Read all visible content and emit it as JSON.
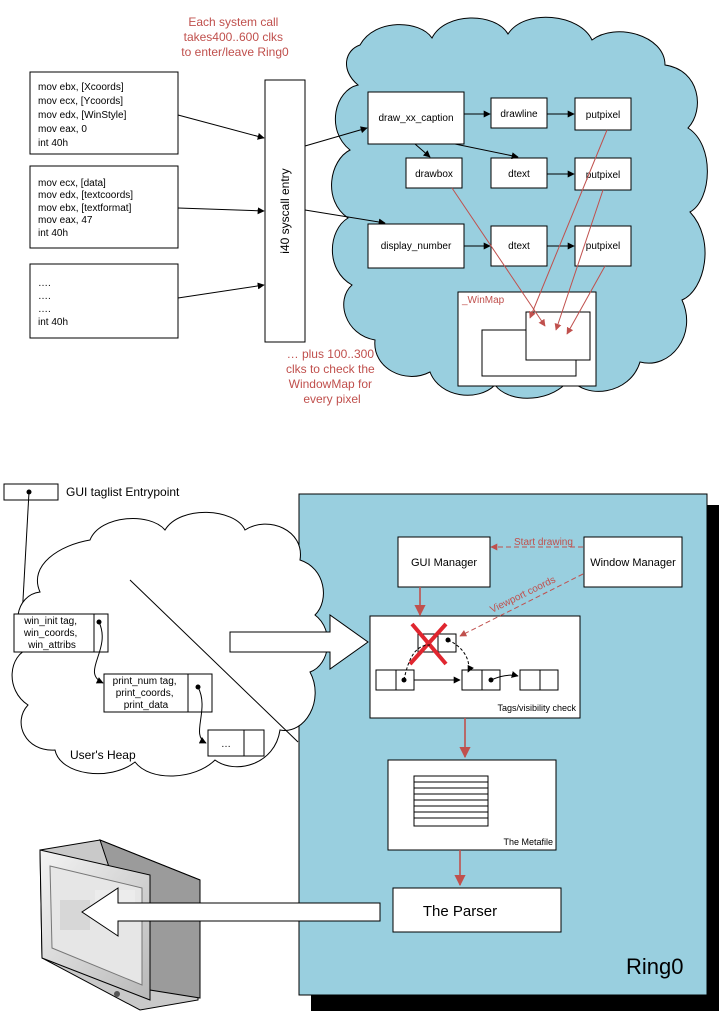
{
  "top": {
    "note_enter": [
      "Each system call",
      "takes400..600 clks",
      "to enter/leave Ring0"
    ],
    "note_check": [
      "… plus 100..300",
      "clks to check the",
      "WindowMap for",
      "every pixel"
    ],
    "code_blocks": [
      [
        "mov ebx, [Xcoords]",
        "mov ecx, [Ycoords]",
        "mov edx, [WinStyle]",
        "mov eax, 0",
        "int 40h"
      ],
      [
        "mov ecx, [data]",
        "mov edx, [textcoords]",
        "mov ebx, [textformat]",
        "mov eax, 47",
        "int 40h"
      ],
      [
        "….",
        "….",
        "….",
        "int 40h"
      ]
    ],
    "syscall_entry": "i40 syscall entry",
    "nodes": {
      "draw_caption": "draw_xx_caption",
      "drawline": "drawline",
      "putpixel_1": "putpixel",
      "drawbox": "drawbox",
      "dtext_1": "dtext",
      "putpixel_2": "putpixel",
      "display_number": "display_number",
      "dtext_2": "dtext",
      "putpixel_3": "putpixel"
    },
    "winmap": "_WinMap"
  },
  "bottom": {
    "entrypoint": "GUI taglist Entrypoint",
    "tag_win": [
      "win_init tag,",
      "win_coords,",
      "win_attribs"
    ],
    "tag_print": [
      "print_num tag,",
      "print_coords,",
      "print_data"
    ],
    "tag_more": "…",
    "heap": "User's Heap",
    "gui_manager": "GUI Manager",
    "window_manager": "Window Manager",
    "start_drawing": "Start drawing",
    "viewport_coords": "Viewport coords",
    "tags_check": "Tags/visibility check",
    "metafile": "The Metafile",
    "parser": "The Parser",
    "ring0": "Ring0"
  },
  "colors": {
    "cloud": "#99cfdf",
    "ring0": "#99cfdf",
    "accent_red": "#c0504d",
    "shadow": "#000000"
  }
}
